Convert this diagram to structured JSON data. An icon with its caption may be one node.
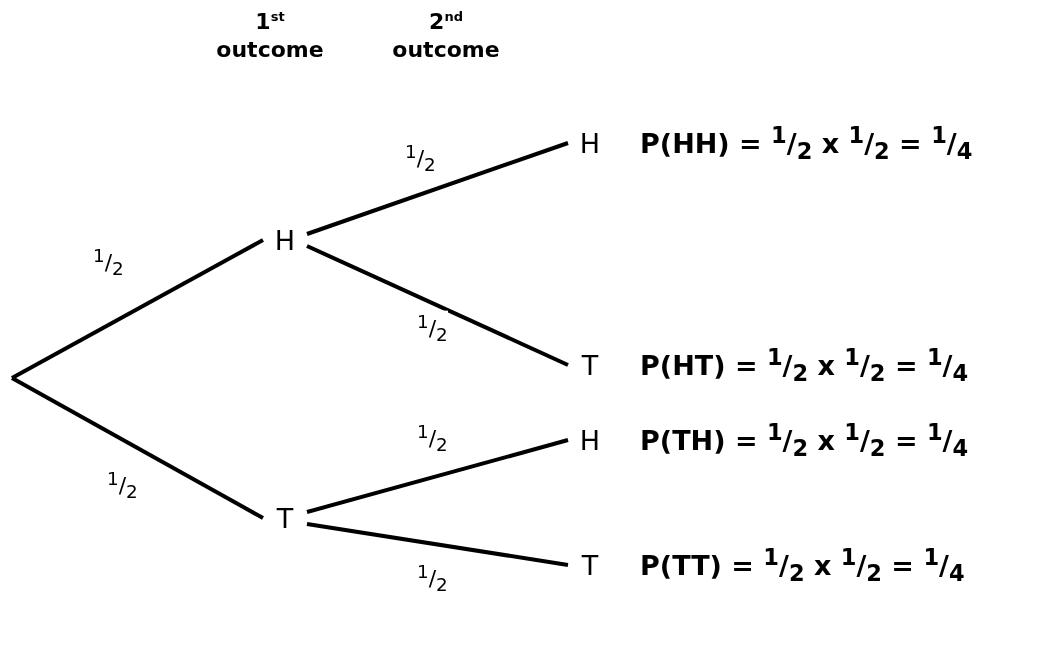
{
  "diagram": {
    "nodes": [
      {
        "text": [
          "H"
        ]
      },
      {
        "text": [
          "T"
        ]
      },
      {
        "text": [
          "H"
        ],
        "beside": [
          "P(HH) = $^{1}$/$_{2}$ x $^{1}$/$_{2}$ = $^{1}$/$_{4}$"
        ]
      },
      {
        "text": [
          "T"
        ],
        "beside": [
          "P(HT) = $^{1}$/$_{2}$ x $^{1}$/$_{2}$ = $^{1}$/$_{4}$"
        ]
      },
      {
        "text": [
          "H"
        ],
        "beside": [
          "P(TH) = $^{1}$/$_{2}$ x $^{1}$/$_{2}$ = $^{1}$/$_{4}$"
        ]
      },
      {
        "text": [
          "T"
        ],
        "beside": [
          "P(TT) = $^{1}$/$_{2}$ x $^{1}$/$_{2}$ = $^{1}$/$_{4}$"
        ]
      }
    ],
    "edges": [
      {
        "from": null,
        "to": 0,
        "arrow": "none",
        "label": "$^{1}$/$_{2}$"
      },
      {
        "from": null,
        "to": 1,
        "arrow": "none",
        "label": "$^{1}$/$_{2}$"
      },
      {
        "from": 0,
        "to": 2,
        "arrow": "none",
        "label": "$^{1}$/$_{2}$"
      },
      {
        "from": 0,
        "to": 3,
        "arrow": "none",
        "label": "$^{1}$/$_{2}$"
      },
      {
        "from": 1,
        "to": 4,
        "arrow": "none",
        "label": "$^{1}$/$_{2}$"
      },
      {
        "from": 1,
        "to": 5,
        "arrow": "none",
        "label": "$^{1}$/$_{2}$"
      }
    ],
    "labels": [
      "1$^{st}$ outcome",
      "2$^{nd}$ outcome"
    ]
  }
}
